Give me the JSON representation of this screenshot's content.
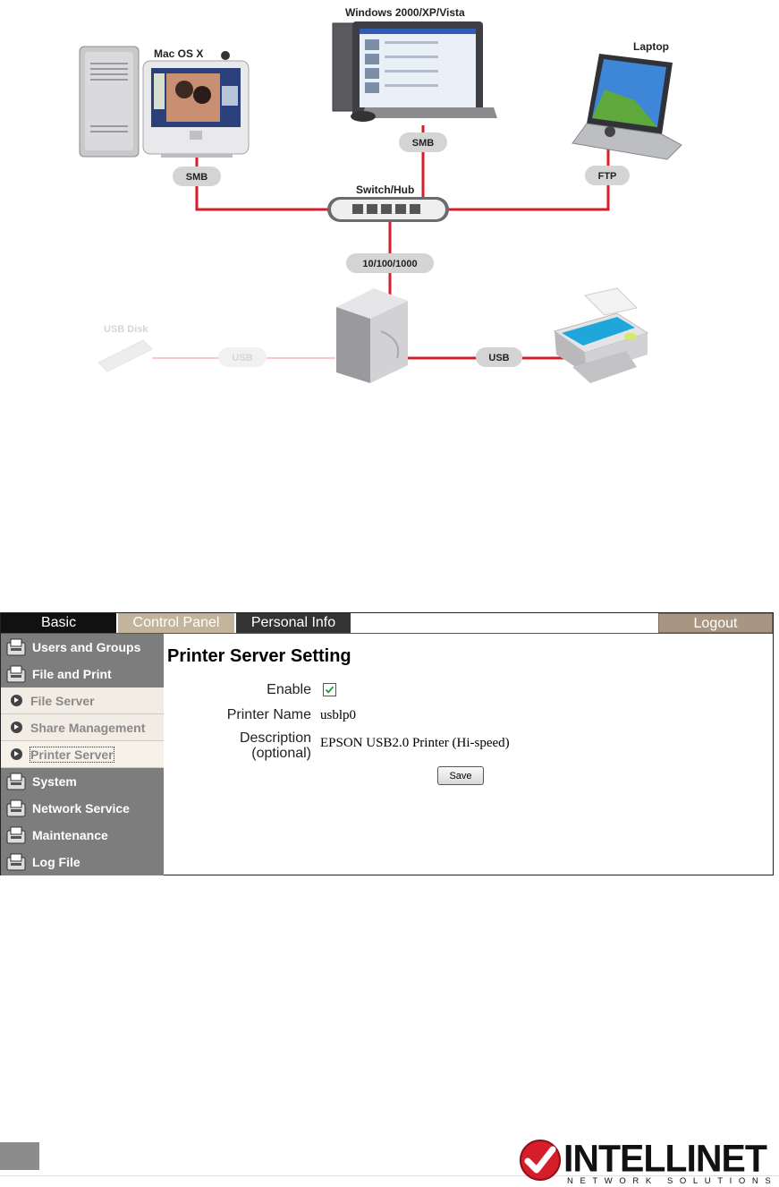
{
  "diagram": {
    "mac_label": "Mac OS X",
    "windows_label": "Windows 2000/XP/Vista",
    "laptop_label": "Laptop",
    "switch_label": "Switch/Hub",
    "usb_disk_label": "USB Disk",
    "link_mac": "SMB",
    "link_windows": "SMB",
    "link_laptop": "FTP",
    "link_uplink": "10/100/1000",
    "link_usb_disk": "USB",
    "link_usb_printer": "USB",
    "link_color": "#d61e2a"
  },
  "topbar": {
    "tab_basic": "Basic",
    "tab_control_panel": "Control Panel",
    "tab_personal_info": "Personal Info",
    "logout": "Logout"
  },
  "sidebar": {
    "items": [
      {
        "label": "Users and Groups",
        "type": "main",
        "icon": "folder-printer-icon"
      },
      {
        "label": "File and Print",
        "type": "main",
        "icon": "folder-printer-icon"
      },
      {
        "label": "File Server",
        "type": "sub",
        "icon": "arrow-bullet-icon"
      },
      {
        "label": "Share Management",
        "type": "sub",
        "icon": "arrow-bullet-icon"
      },
      {
        "label": "Printer Server",
        "type": "sub",
        "icon": "arrow-bullet-icon",
        "active": true
      },
      {
        "label": "System",
        "type": "main",
        "icon": "folder-printer-icon"
      },
      {
        "label": "Network Service",
        "type": "main",
        "icon": "folder-printer-icon"
      },
      {
        "label": "Maintenance",
        "type": "main",
        "icon": "folder-printer-icon"
      },
      {
        "label": "Log File",
        "type": "main",
        "icon": "folder-printer-icon"
      }
    ]
  },
  "main": {
    "title": "Printer Server Setting",
    "enable_label": "Enable",
    "enable_checked": true,
    "printer_name_label": "Printer Name",
    "printer_name_value": "usblp0",
    "description_label_1": "Description",
    "description_label_2": "(optional)",
    "description_value": "EPSON USB2.0 Printer (Hi-speed)",
    "save_label": "Save"
  },
  "footer": {
    "logo_text": "INTELLINET",
    "logo_subtext": "NETWORK SOLUTIONS",
    "logo_color": "#d61e2a"
  }
}
